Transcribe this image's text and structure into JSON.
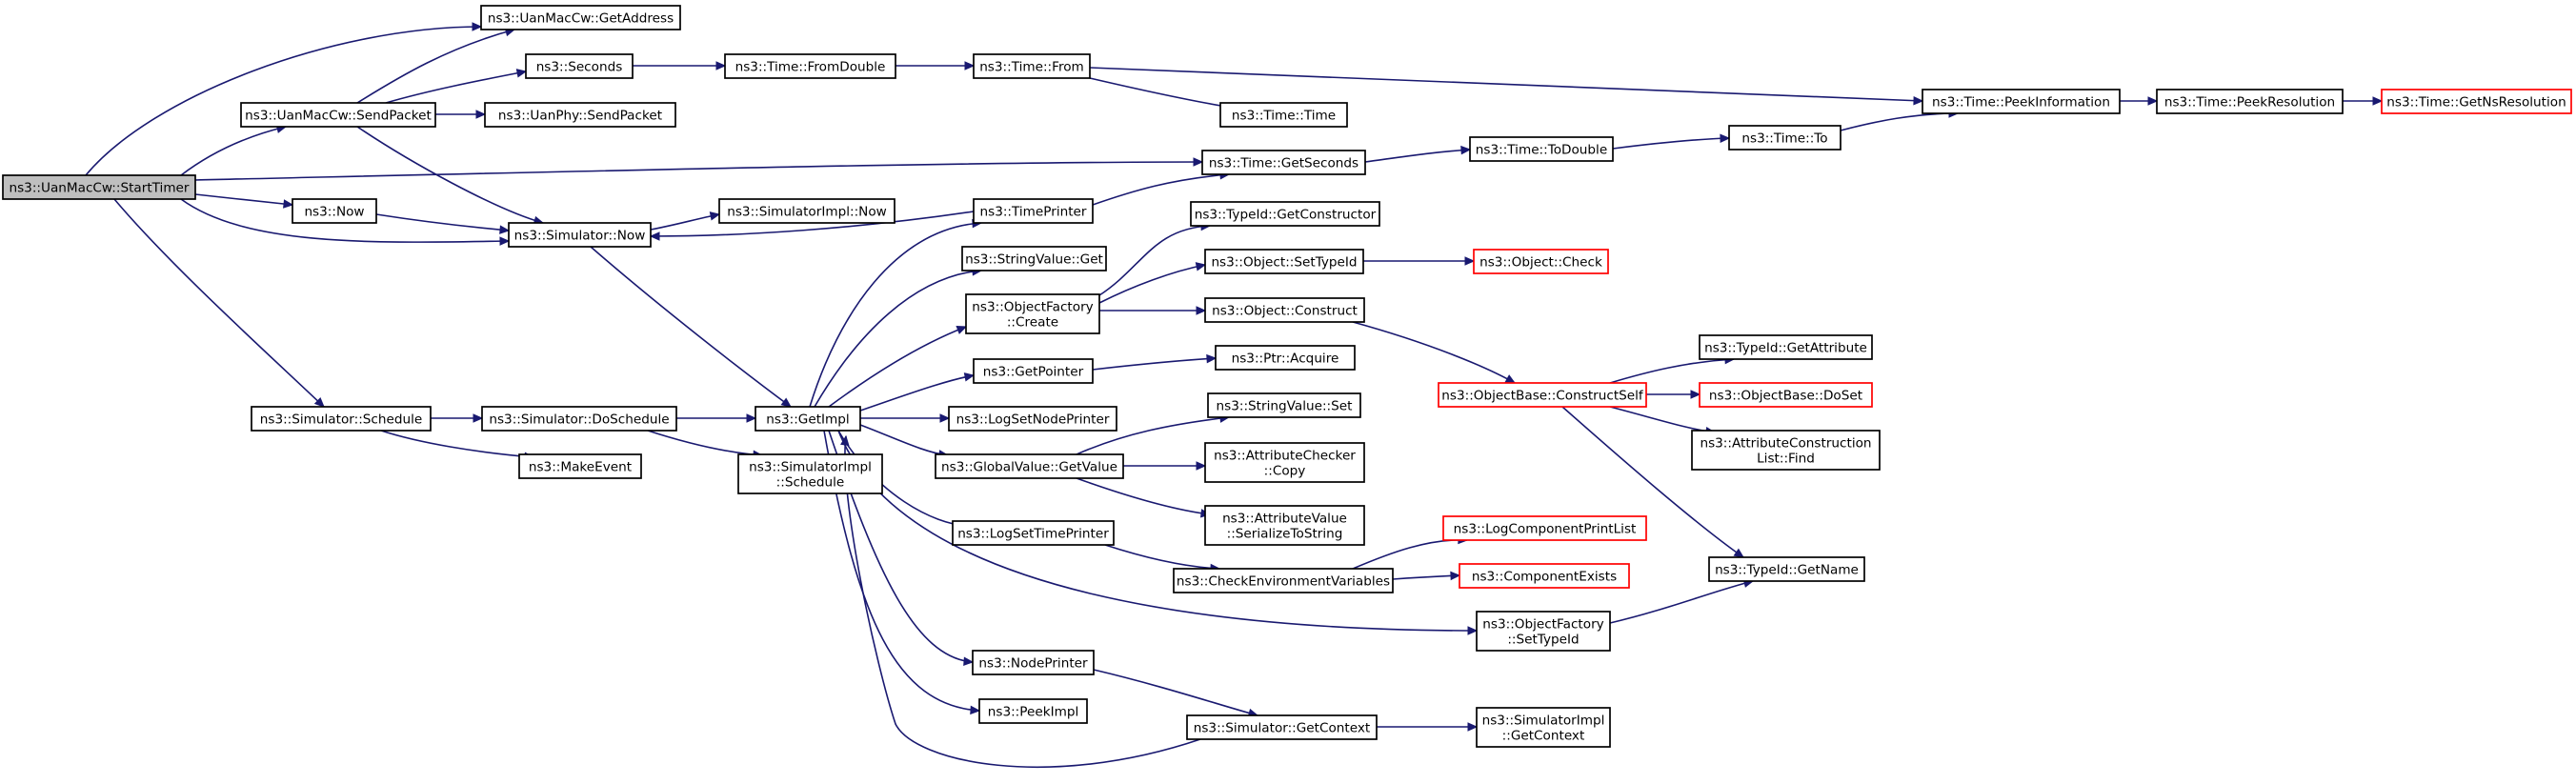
{
  "graph": {
    "type": "call-graph",
    "colors": {
      "edge": "#191970",
      "root_fill": "#bfbfbf",
      "node_border": "#000000",
      "truncated_border": "#ff0000"
    },
    "nodes": [
      {
        "id": "start_timer",
        "lines": [
          "ns3::UanMacCw::StartTimer"
        ],
        "root": true
      },
      {
        "id": "get_address",
        "lines": [
          "ns3::UanMacCw::GetAddress"
        ]
      },
      {
        "id": "send_packet",
        "lines": [
          "ns3::UanMacCw::SendPacket"
        ]
      },
      {
        "id": "seconds",
        "lines": [
          "ns3::Seconds"
        ]
      },
      {
        "id": "phy_send_packet",
        "lines": [
          "ns3::UanPhy::SendPacket"
        ]
      },
      {
        "id": "from_double",
        "lines": [
          "ns3::Time::FromDouble"
        ]
      },
      {
        "id": "time_from",
        "lines": [
          "ns3::Time::From"
        ]
      },
      {
        "id": "time_time",
        "lines": [
          "ns3::Time::Time"
        ]
      },
      {
        "id": "peek_information",
        "lines": [
          "ns3::Time::PeekInformation"
        ]
      },
      {
        "id": "peek_resolution",
        "lines": [
          "ns3::Time::PeekResolution"
        ]
      },
      {
        "id": "get_ns_resolution",
        "lines": [
          "ns3::Time::GetNsResolution"
        ],
        "truncated": true
      },
      {
        "id": "get_seconds",
        "lines": [
          "ns3::Time::GetSeconds"
        ]
      },
      {
        "id": "to_double",
        "lines": [
          "ns3::Time::ToDouble"
        ]
      },
      {
        "id": "time_to",
        "lines": [
          "ns3::Time::To"
        ]
      },
      {
        "id": "now",
        "lines": [
          "ns3::Now"
        ]
      },
      {
        "id": "simulator_now",
        "lines": [
          "ns3::Simulator::Now"
        ]
      },
      {
        "id": "simimpl_now",
        "lines": [
          "ns3::SimulatorImpl::Now"
        ]
      },
      {
        "id": "time_printer",
        "lines": [
          "ns3::TimePrinter"
        ]
      },
      {
        "id": "get_constructor",
        "lines": [
          "ns3::TypeId::GetConstructor"
        ]
      },
      {
        "id": "string_get",
        "lines": [
          "ns3::StringValue::Get"
        ]
      },
      {
        "id": "set_type_id",
        "lines": [
          "ns3::Object::SetTypeId"
        ]
      },
      {
        "id": "object_check",
        "lines": [
          "ns3::Object::Check"
        ],
        "truncated": true
      },
      {
        "id": "factory_create",
        "lines": [
          "ns3::ObjectFactory",
          "::Create"
        ]
      },
      {
        "id": "object_construct",
        "lines": [
          "ns3::Object::Construct"
        ]
      },
      {
        "id": "get_pointer",
        "lines": [
          "ns3::GetPointer"
        ]
      },
      {
        "id": "ptr_acquire",
        "lines": [
          "ns3::Ptr::Acquire"
        ]
      },
      {
        "id": "get_attribute",
        "lines": [
          "ns3::TypeId::GetAttribute"
        ]
      },
      {
        "id": "construct_self",
        "lines": [
          "ns3::ObjectBase::ConstructSelf"
        ],
        "truncated": true
      },
      {
        "id": "do_set",
        "lines": [
          "ns3::ObjectBase::DoSet"
        ],
        "truncated": true
      },
      {
        "id": "attr_construction_find",
        "lines": [
          "ns3::AttributeConstruction",
          "List::Find"
        ]
      },
      {
        "id": "schedule",
        "lines": [
          "ns3::Simulator::Schedule"
        ]
      },
      {
        "id": "do_schedule",
        "lines": [
          "ns3::Simulator::DoSchedule"
        ]
      },
      {
        "id": "get_impl",
        "lines": [
          "ns3::GetImpl"
        ]
      },
      {
        "id": "log_set_node_printer",
        "lines": [
          "ns3::LogSetNodePrinter"
        ]
      },
      {
        "id": "string_set",
        "lines": [
          "ns3::StringValue::Set"
        ]
      },
      {
        "id": "make_event",
        "lines": [
          "ns3::MakeEvent"
        ]
      },
      {
        "id": "simimpl_schedule",
        "lines": [
          "ns3::SimulatorImpl",
          "::Schedule"
        ]
      },
      {
        "id": "global_get_value",
        "lines": [
          "ns3::GlobalValue::GetValue"
        ]
      },
      {
        "id": "checker_copy",
        "lines": [
          "ns3::AttributeChecker",
          "::Copy"
        ]
      },
      {
        "id": "serialize_to_string",
        "lines": [
          "ns3::AttributeValue",
          "::SerializeToString"
        ]
      },
      {
        "id": "log_set_time_printer",
        "lines": [
          "ns3::LogSetTimePrinter"
        ]
      },
      {
        "id": "log_component_print_list",
        "lines": [
          "ns3::LogComponentPrintList"
        ],
        "truncated": true
      },
      {
        "id": "check_env_vars",
        "lines": [
          "ns3::CheckEnvironmentVariables"
        ]
      },
      {
        "id": "component_exists",
        "lines": [
          "ns3::ComponentExists"
        ],
        "truncated": true
      },
      {
        "id": "typeid_get_name",
        "lines": [
          "ns3::TypeId::GetName"
        ]
      },
      {
        "id": "factory_set_type_id",
        "lines": [
          "ns3::ObjectFactory",
          "::SetTypeId"
        ]
      },
      {
        "id": "node_printer",
        "lines": [
          "ns3::NodePrinter"
        ]
      },
      {
        "id": "peek_impl",
        "lines": [
          "ns3::PeekImpl"
        ]
      },
      {
        "id": "get_context",
        "lines": [
          "ns3::Simulator::GetContext"
        ]
      },
      {
        "id": "simimpl_get_context",
        "lines": [
          "ns3::SimulatorImpl",
          "::GetContext"
        ]
      }
    ]
  }
}
